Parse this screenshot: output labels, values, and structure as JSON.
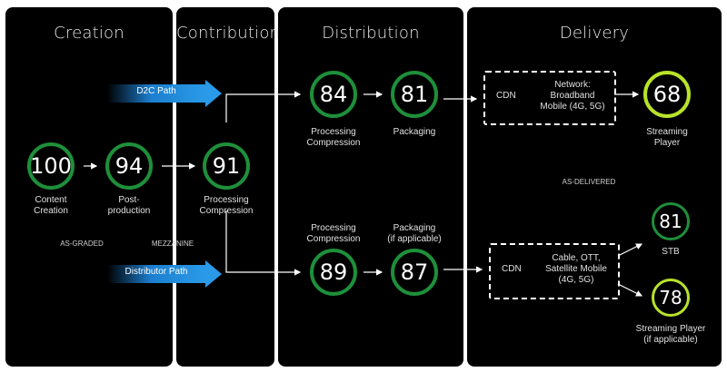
{
  "stages": [
    "Creation",
    "Contribution",
    "Distribution",
    "Delivery"
  ],
  "nodes": {
    "content_creation": {
      "score": "100",
      "label": "Content\nCreation"
    },
    "post_production": {
      "score": "94",
      "label": "Post-\nproduction"
    },
    "contribution_processing": {
      "score": "91",
      "label": "Processing\nCompression"
    },
    "d2c_processing": {
      "score": "84",
      "label": "Processing\nCompression"
    },
    "d2c_packaging": {
      "score": "81",
      "label": "Packaging"
    },
    "dist_processing": {
      "score": "89",
      "label": "Processing\nCompression"
    },
    "dist_packaging": {
      "score": "87",
      "label": "Packaging\n(if applicable)"
    },
    "streaming_player": {
      "score": "68",
      "label": "Streaming\nPlayer"
    },
    "stb": {
      "score": "81",
      "label": "STB"
    },
    "streaming_player_2": {
      "score": "78",
      "label": "Streaming Player\n(if applicable)"
    }
  },
  "paths": {
    "d2c": "D2C Path",
    "distributor": "Distributor Path"
  },
  "markers": {
    "as_graded": "AS-GRADED",
    "mezzanine": "MEZZANINE",
    "as_delivered": "AS-DELIVERED"
  },
  "cdn_boxes": {
    "top": {
      "cdn": "CDN",
      "network": "Network:\nBroadband\nMobile (4G, 5G)"
    },
    "bottom": {
      "cdn": "CDN",
      "network": "Cable, OTT,\nSatellite Mobile\n(4G, 5G)"
    }
  },
  "colors": {
    "ring_green": "#1e8f3a",
    "ring_lime": "#b8e22a",
    "arrow_blue": "#2a9ae8",
    "panel": "#000000"
  }
}
